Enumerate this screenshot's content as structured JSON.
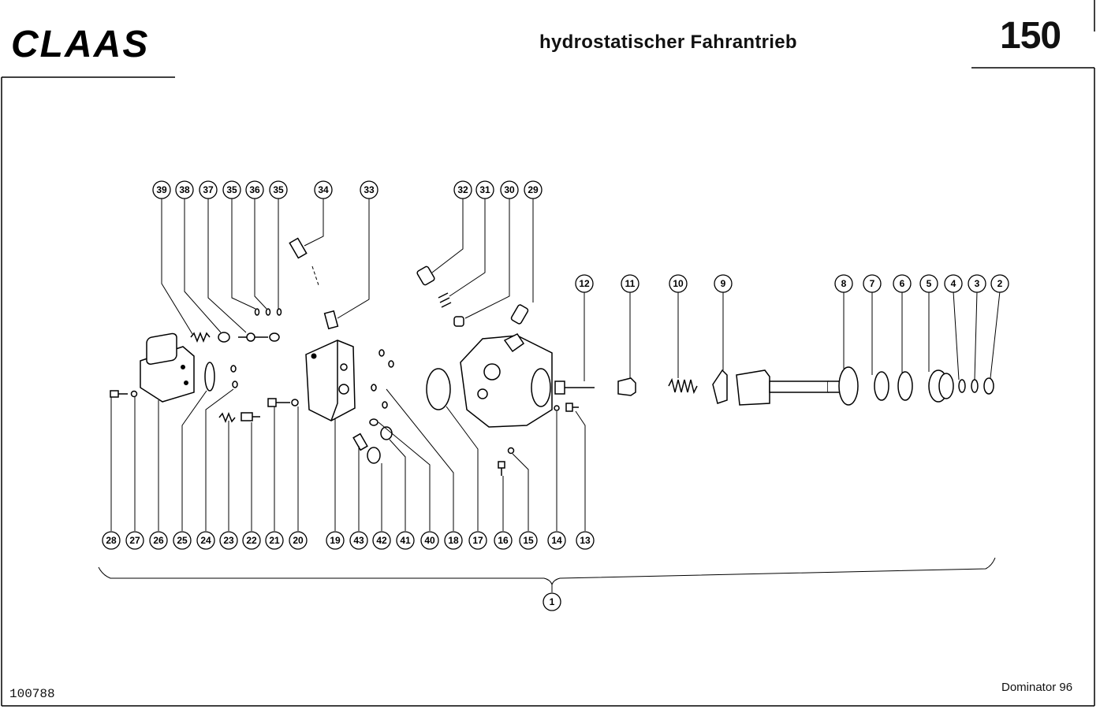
{
  "header": {
    "brand": "CLAAS",
    "title": "hydrostatischer Fahrantrieb",
    "page_number": "150"
  },
  "footer": {
    "document_number": "100788",
    "model": "Dominator 96"
  },
  "callouts": {
    "c1": "1",
    "c2": "2",
    "c3": "3",
    "c4": "4",
    "c5": "5",
    "c6": "6",
    "c7": "7",
    "c8": "8",
    "c9": "9",
    "c10": "10",
    "c11": "11",
    "c12": "12",
    "c13": "13",
    "c14": "14",
    "c15": "15",
    "c16": "16",
    "c17": "17",
    "c18": "18",
    "c19": "19",
    "c20": "20",
    "c21": "21",
    "c22": "22",
    "c23": "23",
    "c24": "24",
    "c25": "25",
    "c26": "26",
    "c27": "27",
    "c28": "28",
    "c29": "29",
    "c30": "30",
    "c31": "31",
    "c32": "32",
    "c33": "33",
    "c34": "34",
    "c35a": "35",
    "c36": "36",
    "c35b": "35",
    "c37": "37",
    "c38": "38",
    "c39": "39",
    "c40": "40",
    "c41": "41",
    "c42": "42",
    "c43": "43"
  }
}
